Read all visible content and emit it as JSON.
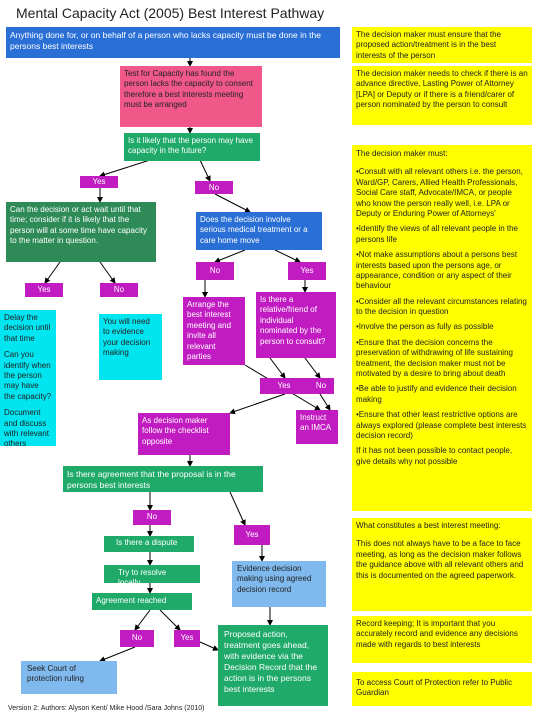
{
  "title": "Mental Capacity Act (2005) Best Interest Pathway",
  "footer": "Version 2: Authors: Alyson Kent/ Mike Hood /Sara Johns (2010)",
  "flow": {
    "intro": "Anything done for, or on behalf of a person who lacks capacity must be done in the persons best interests",
    "test": "Test for Capacity has found the person lacks the capacity to consent therefore a best interests meeting must be arranged",
    "likely": "Is it likely that the person may have capacity in the future?",
    "yes1": "Yes",
    "no1": "No",
    "wait": "Can the decision or act wait until that time; consider if it is likely that the person will at some time have capacity to the matter in question.",
    "involve": "Does the decision involve serious medical treatment or a care home move",
    "no2": "No",
    "yes2": "Yes",
    "yes3": "Yes",
    "no3": "No",
    "delay": "Delay the decision until that time",
    "identify": "Can you identify when the person may have the capacity?",
    "document": "Document and discuss with relevant others",
    "evidence": "You will need to evidence your decision making",
    "arrange": "Arrange the best interest meeting and invite all relevant parties",
    "relative": "Is there a relative/friend of individual nominated by the person to consult?",
    "yes4": "Yes",
    "no4": "No",
    "imca": "Instruct an IMCA",
    "checklist": "As decision maker follow the checklist opposite",
    "agreement": "Is there agreement that the proposal is in the persons best interests",
    "no5": "No",
    "yes5": "Yes",
    "dispute": "Is there a dispute",
    "resolve": "Try to resolve locally",
    "reached": "Agreement reached",
    "no6": "No",
    "yes6": "Yes",
    "court": "Seek Court of protection ruling",
    "evidence_record": "Evidence decision making using agreed decision record",
    "proposed": "Proposed action, treatment goes ahead, with evidence via the Decision Record that the action is in the persons best interests"
  },
  "side": {
    "ensure": "The decision maker must ensure that the proposed action/treatment is in the best interests of the person",
    "check": "The decision maker needs to check if there is an advance directive, Lasting Power of Attorney [LPA] or Deputy or if there is a friend/carer of person nominated by the person to consult",
    "must_heading": "The decision maker must:",
    "must_items": [
      "•Consult with all relevant others i.e. the person, Ward/GP, Carers, Allied Health Professionals, Social Care staff, Advocate/IMCA, or people who know the person really well, i.e. LPA or Deputy or Enduring Power of Attorneys'",
      "•Identify the views of all relevant people in the persons life",
      "•Not make assumptions about a persons best interests based upon the persons age, or appearance, condition or any aspect of their behaviour",
      "•Consider all the relevant circumstances relating to the decision in question",
      "•Involve the person as fully as possible",
      "•Ensure that the decision concerns the preservation of withdrawing of life sustaining treatment, the decision maker must not be motivated by a desire to bring about death",
      "•Be able to justify and evidence their decision making",
      "•Ensure that other least restrictive options are always explored (please complete best interests decision record)",
      "If it has not been possible to contact people, give details why not possible"
    ],
    "constitutes_heading": "What constitutes a best interest meeting:",
    "constitutes_text": "This does not always have to be a face to face meeting, as long as the decision maker follows the guidance above with all relevant others and this is documented on the agreed paperwork.",
    "record_keeping": "Record keeping; It is important that you accurately record and evidence any decisions made with regards to best interests",
    "court_access": "To access Court of Protection refer to Public Guardian"
  },
  "colors": {
    "blue": "#2a6fd6",
    "yellow": "#ffff00",
    "pink": "#f0588a",
    "green": "#1faa6a",
    "magenta": "#c11cc1",
    "cyan": "#00e5f0",
    "lightblue": "#7fb9ee"
  }
}
